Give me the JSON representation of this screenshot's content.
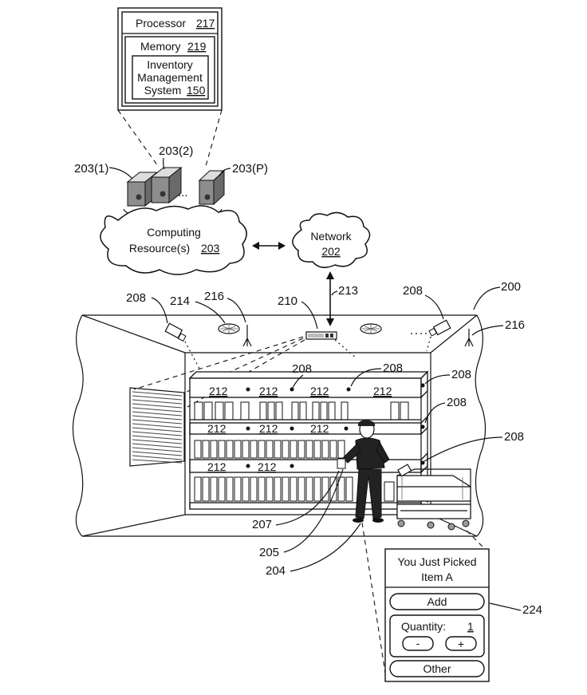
{
  "server_box": {
    "processor_label": "Processor",
    "processor_ref": "217",
    "memory_label": "Memory",
    "memory_ref": "219",
    "ims_line1": "Inventory",
    "ims_line2": "Management",
    "ims_line3": "System",
    "ims_ref": "150"
  },
  "servers": {
    "label_1": "203(1)",
    "label_2": "203(2)",
    "label_p": "203(P)",
    "ellipsis": "..."
  },
  "computing_cloud": {
    "line1": "Computing",
    "line2": "Resource(s)",
    "ref": "203"
  },
  "network_cloud": {
    "label": "Network",
    "ref": "202"
  },
  "facility": {
    "ref_200": "200",
    "ref_208_topleft": "208",
    "ref_214": "214",
    "ref_216_left": "216",
    "ref_210": "210",
    "ref_213": "213",
    "ref_208_topright": "208",
    "ref_216_right": "216",
    "ref_208_shelf_a": "208",
    "ref_208_shelf_b": "208",
    "ref_208_r1": "208",
    "ref_208_r2": "208",
    "ref_208_r3": "208",
    "ref_207": "207",
    "ref_205": "205",
    "ref_204": "204",
    "shelf_ref": "212"
  },
  "device": {
    "ref": "224",
    "message_line1": "You Just Picked",
    "message_line2": "Item A",
    "add_label": "Add",
    "quantity_label": "Quantity:",
    "quantity_value": "1",
    "minus_label": "-",
    "plus_label": "+",
    "other_label": "Other"
  }
}
